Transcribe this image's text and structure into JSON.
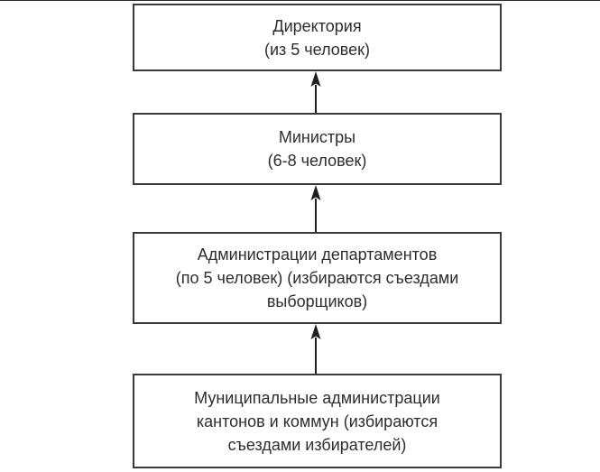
{
  "diagram": {
    "title": "Organizational hierarchy chart",
    "orientation": "vertical-bottom-up",
    "colors": {
      "background": "#ffffff",
      "border": "#3a3a3a",
      "text": "#2d2d2d",
      "arrow": "#1f1f1f"
    },
    "nodes": [
      {
        "id": "direktoriya",
        "text": "Директория\n(из 5 человек)",
        "line1": "Директория",
        "line2": "(из 5 человек)"
      },
      {
        "id": "ministry",
        "text": "Министры\n(6-8 человек)",
        "line1": "Министры",
        "line2": "(6-8 человек)"
      },
      {
        "id": "administracii-departamentov",
        "text": "Администрации департаментов\n(по 5 человек) (избираются съездами\nвыборщиков)",
        "line1": "Администрации департаментов",
        "line2": "(по 5 человек) (избираются съездами",
        "line3": "выборщиков)"
      },
      {
        "id": "municipalnye-administracii",
        "text": "Муниципальные администрации\nкантонов и коммун (избираются\nсъездами избирателей)",
        "line1": "Муниципальные администрации",
        "line2": "кантонов и коммун (избираются",
        "line3": "съездами избирателей)"
      }
    ],
    "connectors": [
      {
        "id": "arrow-municipal-to-departments",
        "from": "municipalnye-administracii",
        "to": "administracii-departamentov",
        "direction": "up",
        "head": "solid-triangle"
      },
      {
        "id": "arrow-departments-to-ministers",
        "from": "administracii-departamentov",
        "to": "ministry",
        "direction": "up",
        "head": "solid-triangle"
      },
      {
        "id": "arrow-ministers-to-directory",
        "from": "ministry",
        "to": "direktoriya",
        "direction": "up",
        "head": "solid-triangle"
      }
    ]
  }
}
